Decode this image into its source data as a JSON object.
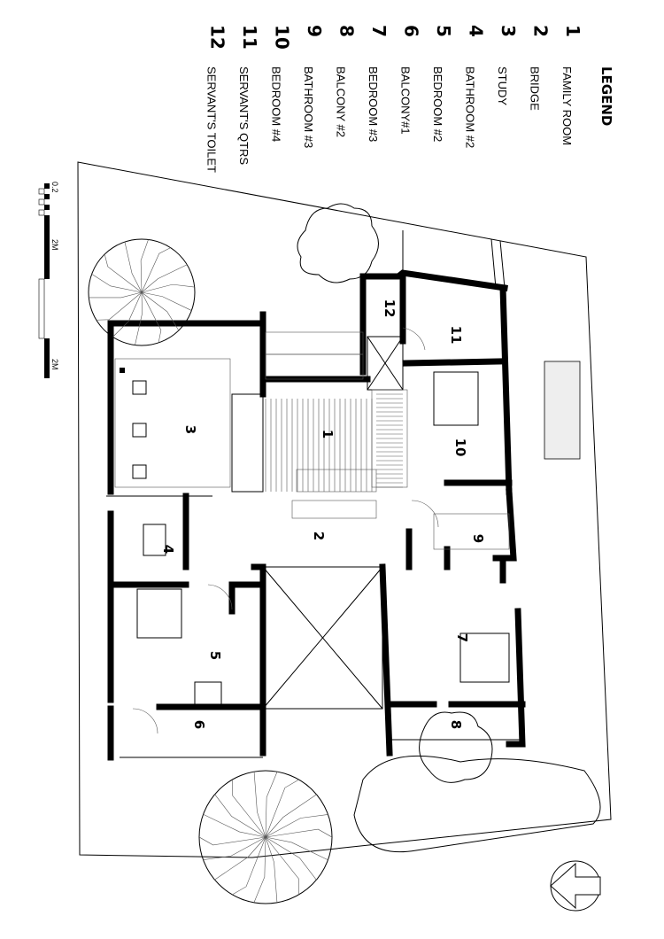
{
  "legend": {
    "title": "LEGEND",
    "items": [
      {
        "num": "1",
        "label": "FAMILY ROOM"
      },
      {
        "num": "2",
        "label": "BRIDGE"
      },
      {
        "num": "3",
        "label": "STUDY"
      },
      {
        "num": "4",
        "label": "BATHROOM #2"
      },
      {
        "num": "5",
        "label": "BEDROOM #2"
      },
      {
        "num": "6",
        "label": "BALCONY#1"
      },
      {
        "num": "7",
        "label": "BEDROOM #3"
      },
      {
        "num": "8",
        "label": "BALCONY #2"
      },
      {
        "num": "9",
        "label": "BATHROOM #3"
      },
      {
        "num": "10",
        "label": "BEDROOM #4"
      },
      {
        "num": "11",
        "label": "SERVANT'S QTRS"
      },
      {
        "num": "12",
        "label": "SERVANT'S TOILET"
      }
    ]
  },
  "scale_bar": {
    "labels": [
      "0.2",
      "2M",
      "2M"
    ]
  },
  "plan": {
    "room_labels": [
      "1",
      "2",
      "3",
      "4",
      "5",
      "6",
      "7",
      "8",
      "9",
      "10",
      "11",
      "12"
    ]
  },
  "north_arrow": "north-arrow-icon"
}
